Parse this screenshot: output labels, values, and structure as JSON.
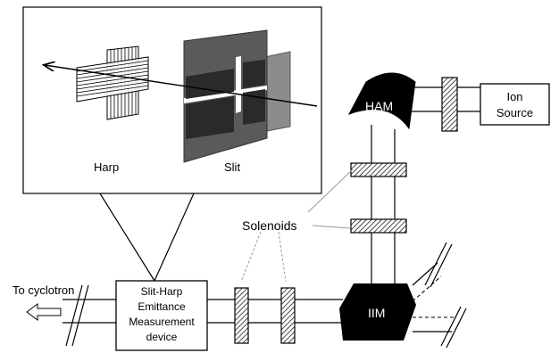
{
  "labels": {
    "harp": "Harp",
    "slit": "Slit",
    "solenoids": "Solenoids",
    "ham": "HAM",
    "iim": "IIM",
    "ion_source_line1": "Ion",
    "ion_source_line2": "Source",
    "to_cyclotron": "To cyclotron",
    "device_line1": "Slit-Harp",
    "device_line2": "Emittance",
    "device_line3": "Measurement",
    "device_line4": "device"
  }
}
